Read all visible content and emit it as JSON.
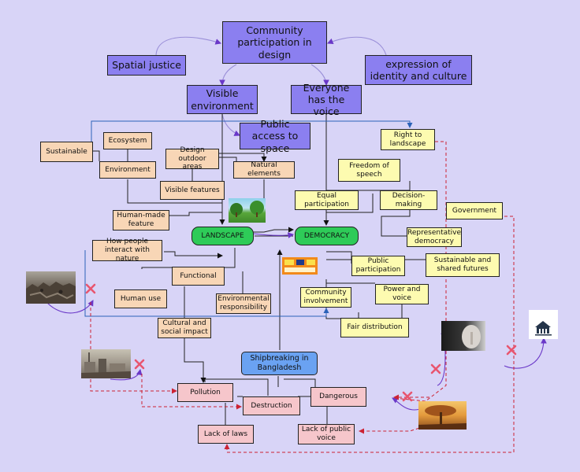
{
  "nodes": {
    "community_participation": "Community participation in design",
    "spatial_justice": "Spatial justice",
    "expression_identity": "expression of identity and culture",
    "visible_environment": "Visible environment",
    "everyone_voice": "Everyone has the voice",
    "public_access": "Public access to space",
    "sustainable": "Sustainable",
    "ecosystem": "Ecosystem",
    "environment": "Environment",
    "design_outdoor": "Design outdoor areas",
    "natural_elements": "Natural elements",
    "visible_features": "Visible features",
    "human_made": "Human-made feature",
    "how_people": "How people interact with nature",
    "functional": "Functional",
    "human_use": "Human use",
    "environmental_responsibility": "Environmental responsibility",
    "cultural_social": "Cultural and social impact",
    "landscape": "LANDSCAPE",
    "democracy": "DEMOCRACY",
    "right_landscape": "Right to landscape",
    "freedom_speech": "Freedom of speech",
    "equal_participation": "Equal participation",
    "decision_making": "Decision-making",
    "government": "Government",
    "representative_democracy": "Representative democracy",
    "public_participation": "Public participation",
    "sustainable_futures": "Sustainable and shared futures",
    "community_involvement": "Community involvement",
    "power_voice": "Power and voice",
    "fair_distribution": "Fair distribution",
    "shipbreaking": "Shipbreaking in Bangladesh",
    "pollution": "Pollution",
    "destruction": "Destruction",
    "dangerous": "Dangerous",
    "lack_laws": "Lack of laws",
    "lack_public_voice": "Lack of public voice"
  },
  "colors": {
    "background": "#d8d4f7",
    "purple_node": "#8b7ff0",
    "orange_node": "#f8d6b6",
    "yellow_node": "#fdfbb0",
    "red_node": "#f6c6cb",
    "green_hub": "#2ecb58",
    "blue_hub": "#6aa2f2",
    "dashed_link": "#cc2233",
    "blocked_marker": "#e8556f"
  },
  "photos": {
    "ship_debris": "photo",
    "shipyard": "photo",
    "park": "photo",
    "flyer": "photo",
    "silence": "photo",
    "tree": "photo",
    "building_icon": "photo"
  }
}
